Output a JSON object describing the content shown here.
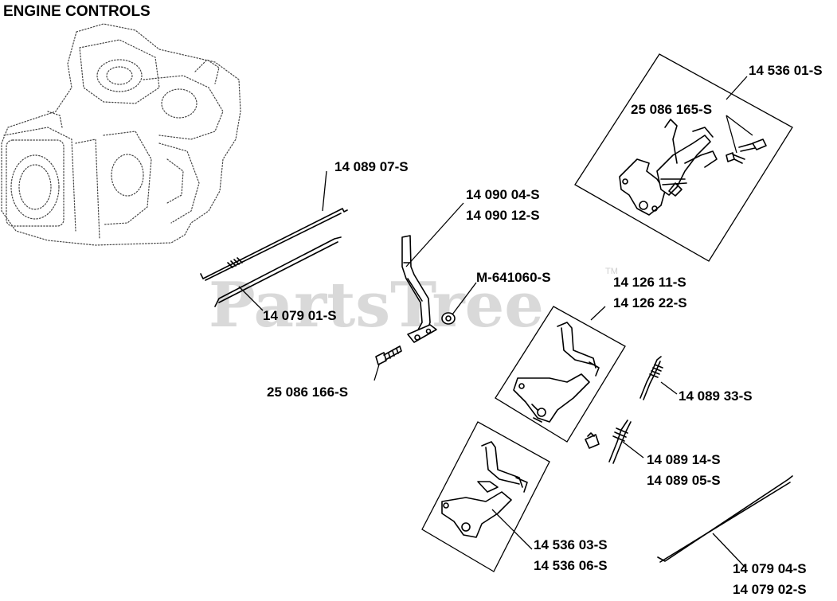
{
  "title": "ENGINE CONTROLS",
  "watermark": "PartsTree",
  "watermark_tm": "TM",
  "callouts": {
    "c1": "14 089 07-S",
    "c2": "14 079 01-S",
    "c3a": "14 090 04-S",
    "c3b": "14 090 12-S",
    "c4": "M-641060-S",
    "c5": "25 086 166-S",
    "c6": "14 536 01-S",
    "c7": "25 086 165-S",
    "c8a": "14 126 11-S",
    "c8b": "14 126 22-S",
    "c9": "14 089 33-S",
    "c10a": "14 089 14-S",
    "c10b": "14 089 05-S",
    "c11a": "14 536 03-S",
    "c11b": "14 536 06-S",
    "c12a": "14 079 04-S",
    "c12b": "14 079 02-S"
  }
}
